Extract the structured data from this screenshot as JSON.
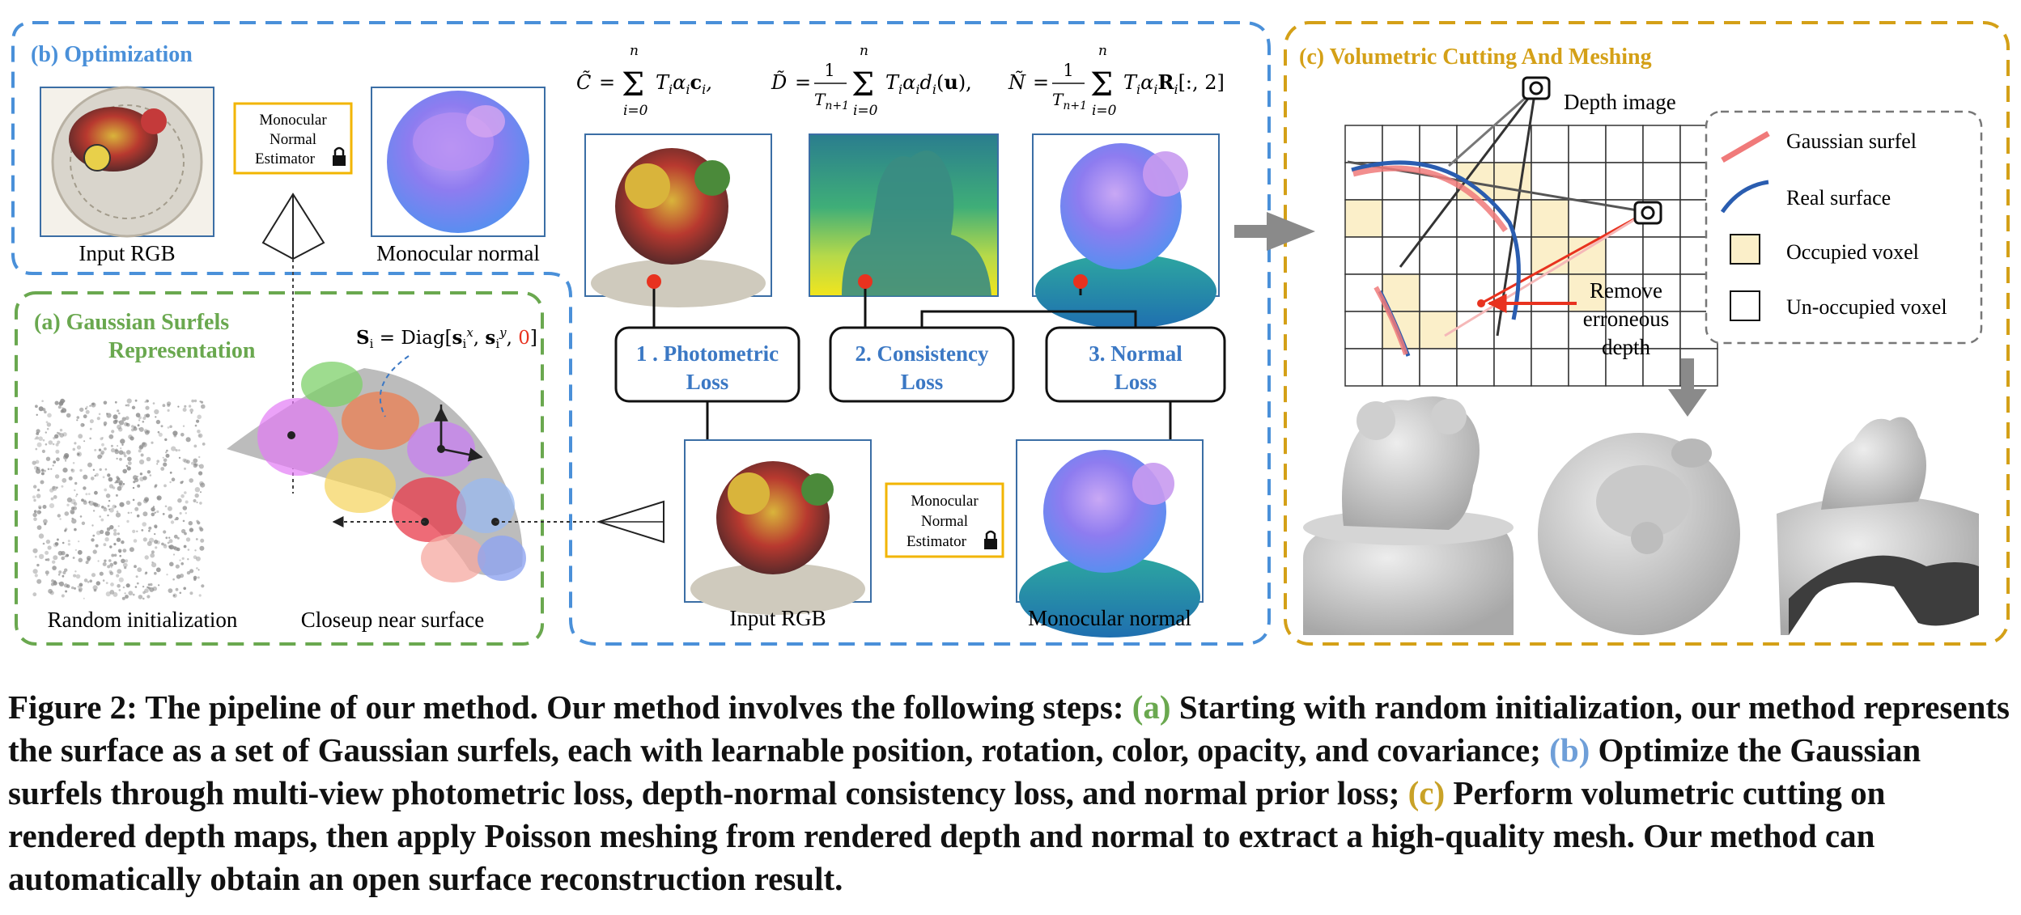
{
  "colors": {
    "optimization_blue": "#4a90d9",
    "gaussian_green": "#6aa84f",
    "volumetric_gold": "#d4a017",
    "loss_text_blue": "#3b78c4",
    "gaussian_surfel_red": "#f07a7a",
    "real_surface_blue": "#2a5db0",
    "occupied_voxel": "#fbefc9",
    "dot_red": "#e8321f"
  },
  "panels": {
    "b": {
      "title": "(b) Optimization"
    },
    "a": {
      "title_line1": "(a) Gaussian Surfels",
      "title_line2": "Representation"
    },
    "c": {
      "title": "(c) Volumetric Cutting And  Meshing"
    }
  },
  "optimization": {
    "input_rgb_label": "Input RGB",
    "estimator_lines": [
      "Monocular",
      "Normal",
      "Estimator"
    ],
    "monocular_normal_label": "Monocular normal",
    "formula_c": "C̃ = Σ_{i=0}^{n} T_i α_i c_i ,",
    "formula_d": "D̃ = 1/T_{n+1} Σ_{i=0}^{n} T_i α_i d_i(u),",
    "formula_n": "Ñ = 1/T_{n+1} Σ_{i=0}^{n} T_i α_i R_i[:, 2]"
  },
  "losses": [
    {
      "line1": "1 . Photometric",
      "line2": "Loss"
    },
    {
      "line1": "2. Consistency",
      "line2": "Loss"
    },
    {
      "line1": "3. Normal",
      "line2": "Loss"
    }
  ],
  "bottom_row": {
    "input_rgb_label": "Input RGB",
    "estimator_lines": [
      "Monocular",
      "Normal",
      "Estimator"
    ],
    "monocular_normal_label": "Monocular normal"
  },
  "gaussian": {
    "scale_formula": "S_i = Diag[s_i^x, s_i^y, 0]",
    "random_init_label": "Random initialization",
    "closeup_label": "Closeup near surface"
  },
  "volumetric": {
    "depth_image_label": "Depth image",
    "remove_lines": [
      "Remove",
      "erroneous",
      "depth"
    ],
    "legend": [
      {
        "name": "gaussian-surfel",
        "label": "Gaussian surfel"
      },
      {
        "name": "real-surface",
        "label": "Real surface"
      },
      {
        "name": "occupied-voxel",
        "label": "Occupied voxel"
      },
      {
        "name": "unoccupied-voxel",
        "label": "Un-occupied voxel"
      }
    ]
  },
  "caption": {
    "lead": "Figure 2: The pipeline of our method.  Our method involves the following steps: ",
    "a_tag": "(a)",
    "a_text": " Starting with random initialization, our method represents the surface as a set of Gaussian surfels, each with learnable position, rotation, color, opacity, and covariance; ",
    "b_tag": "(b)",
    "b_text": " Optimize the Gaussian surfels through multi-view photometric loss, depth-normal consistency loss, and normal prior loss; ",
    "c_tag": "(c)",
    "c_text": " Perform volumetric cutting on rendered depth maps, then apply Poisson meshing from rendered depth and normal to extract a high-quality mesh. Our method can automatically obtain an open surface reconstruction result."
  }
}
